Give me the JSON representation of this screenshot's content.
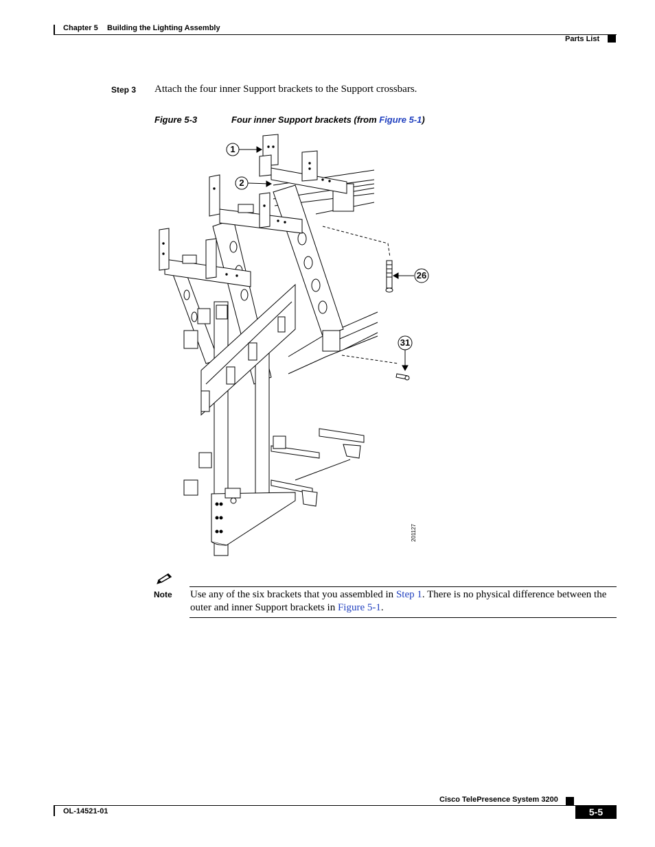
{
  "header": {
    "chapter": "Chapter 5",
    "chapter_title": "Building the Lighting Assembly",
    "section": "Parts List"
  },
  "step": {
    "label": "Step 3",
    "text": "Attach the four inner Support brackets to the Support crossbars."
  },
  "figure": {
    "number": "Figure 5-3",
    "caption_before": "Four inner Support brackets (from ",
    "caption_link": "Figure 5-1",
    "caption_after": ")",
    "callouts": [
      "1",
      "2",
      "26",
      "31"
    ],
    "art_id": "201127"
  },
  "note": {
    "label": "Note",
    "text_1": "Use any of the six brackets that you assembled in ",
    "link_1": "Step 1",
    "text_2": ". There is no physical difference between the outer and inner Support brackets in ",
    "link_2": "Figure 5-1",
    "text_3": "."
  },
  "footer": {
    "doc_id": "OL-14521-01",
    "product": "Cisco TelePresence System 3200",
    "page": "5-5"
  }
}
